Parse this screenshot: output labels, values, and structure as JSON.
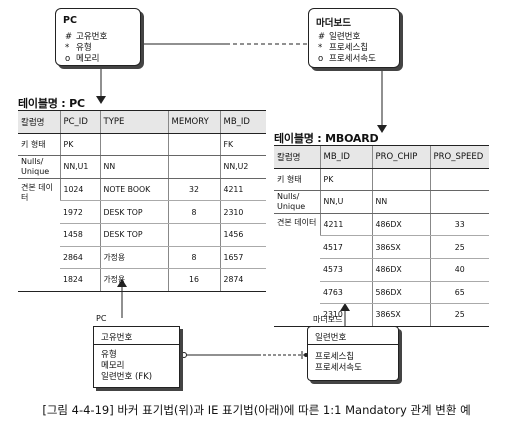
{
  "barker": {
    "pc": {
      "title": "PC",
      "attrs": [
        {
          "mark": "#",
          "name": "고유번호"
        },
        {
          "mark": "*",
          "name": "유형"
        },
        {
          "mark": "o",
          "name": "메모리"
        }
      ]
    },
    "mb": {
      "title": "마더보드",
      "attrs": [
        {
          "mark": "#",
          "name": "일련번호"
        },
        {
          "mark": "*",
          "name": "프로세스칩"
        },
        {
          "mark": "o",
          "name": "프로세서속도"
        }
      ]
    }
  },
  "table_pc": {
    "name": "테이블명 : PC",
    "headers": [
      "칼럼명",
      "PC_ID",
      "TYPE",
      "MEMORY",
      "MB_ID"
    ],
    "key_type": [
      "키 형태",
      "PK",
      "",
      "",
      "FK"
    ],
    "nulls": [
      "Nulls/ Unique",
      "NN,U1",
      "NN",
      "",
      "NN,U2"
    ],
    "sample_label": "견본 데이터",
    "rows": [
      [
        "1024",
        "NOTE BOOK",
        "32",
        "4211"
      ],
      [
        "1972",
        "DESK TOP",
        "8",
        "2310"
      ],
      [
        "1458",
        "DESK TOP",
        "",
        "1456"
      ],
      [
        "2864",
        "가정용",
        "8",
        "1657"
      ],
      [
        "1824",
        "가정용",
        "16",
        "2874"
      ]
    ]
  },
  "table_mb": {
    "name": "테이블명 : MBOARD",
    "headers": [
      "칼럼명",
      "MB_ID",
      "PRO_CHIP",
      "PRO_SPEED"
    ],
    "key_type": [
      "키 형태",
      "PK",
      "",
      ""
    ],
    "nulls": [
      "Nulls/ Unique",
      "NN,U",
      "NN",
      ""
    ],
    "sample_label": "견본 데이터",
    "rows": [
      [
        "4211",
        "486DX",
        "33"
      ],
      [
        "4517",
        "386SX",
        "25"
      ],
      [
        "4573",
        "486DX",
        "40"
      ],
      [
        "4763",
        "586DX",
        "65"
      ],
      [
        "2310",
        "386SX",
        "25"
      ]
    ]
  },
  "ie": {
    "pc": {
      "title": "PC",
      "pk": "고유번호",
      "attrs": [
        "유형",
        "메모리",
        "일련번호 (FK)"
      ]
    },
    "mb": {
      "title": "마더보드",
      "pk": "일련번호",
      "attrs": [
        "프로세스칩",
        "프로세서속도"
      ]
    }
  },
  "caption": "[그림 4-4-19] 바커 표기법(위)과 IE 표기법(아래)에 따른 1:1 Mandatory 관계 변환 예"
}
